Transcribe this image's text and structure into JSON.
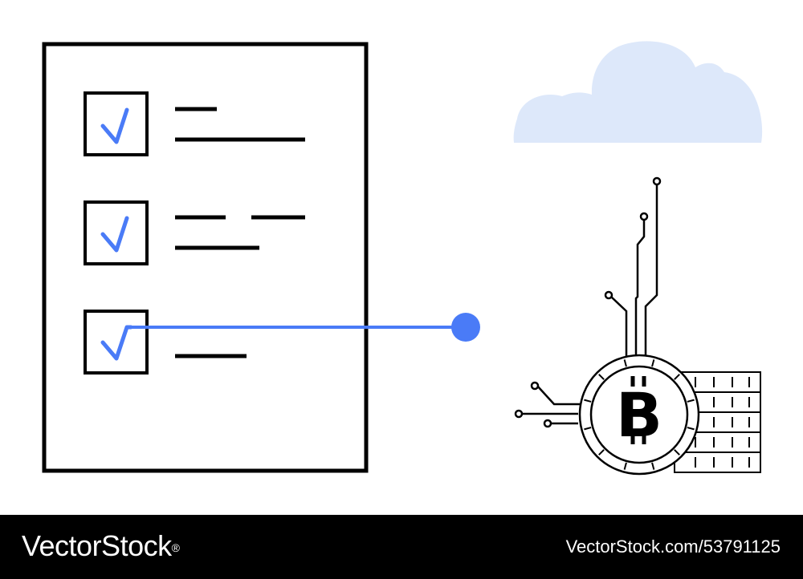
{
  "colors": {
    "ink": "#000000",
    "accent": "#4a7bf7",
    "cloud": "#dde8fa",
    "background": "#ffffff",
    "footer": "#000000",
    "footer_text": "#ffffff"
  },
  "illustration": {
    "checklist": {
      "items": [
        {
          "checked": true,
          "icon": "checkmark-icon"
        },
        {
          "checked": true,
          "icon": "checkmark-icon"
        },
        {
          "checked": true,
          "icon": "checkmark-icon"
        }
      ]
    },
    "coin": {
      "symbol": "B",
      "icon": "bitcoin-coin-icon"
    },
    "cloud_icon": "cloud-icon",
    "coin_stack_icon": "coin-stack-icon",
    "circuit_icon": "circuit-traces-icon"
  },
  "footer": {
    "brand": "VectorStock",
    "brand_mark": "®",
    "stock_id": "VectorStock.com/53791125"
  }
}
